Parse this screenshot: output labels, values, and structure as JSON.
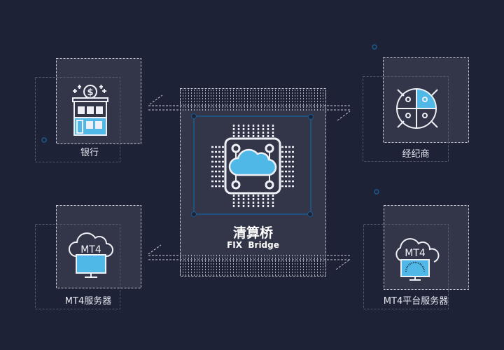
{
  "center": {
    "title": "清算桥",
    "subtitle": "FIX  Bridge",
    "icon": "cloud-chip-icon"
  },
  "nodes": [
    {
      "label": "银行",
      "icon": "bank-icon"
    },
    {
      "label": "经纪商",
      "icon": "broker-group-icon"
    },
    {
      "label": "MT4服务器",
      "icon": "mt4-cloud-monitor-icon",
      "icon_text": "MT4"
    },
    {
      "label": "MT4平台服务器",
      "icon": "mt4-cloud-dashboard-icon",
      "icon_text": "MT4"
    }
  ],
  "colors": {
    "background": "#1e2236",
    "panel": "#333549",
    "accent": "#4fb8e6",
    "line": "#1c4f7f"
  }
}
